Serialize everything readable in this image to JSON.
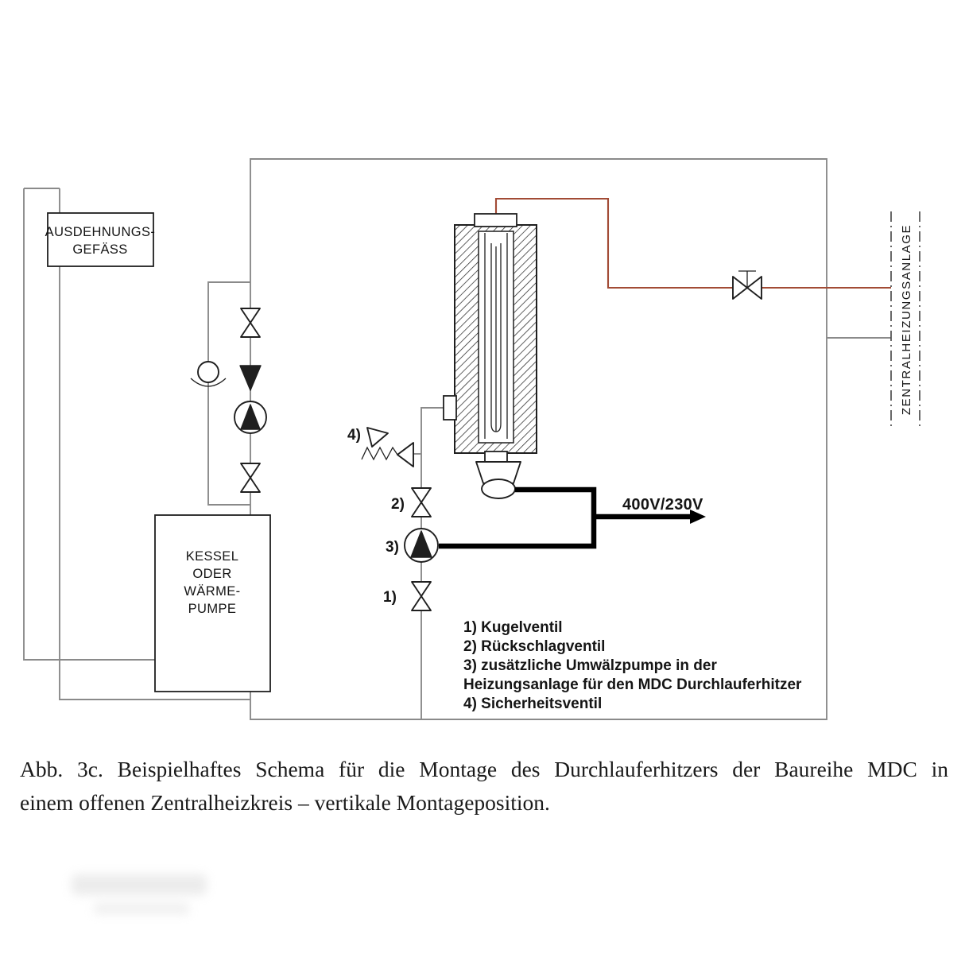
{
  "colors": {
    "pipe": "#8a8a8a",
    "hot": "#a24b35",
    "ink": "#1f1f1f",
    "cable": "#000000"
  },
  "labels": {
    "expansion_vessel": {
      "line1": "AUSDEHNUNGS-",
      "line2": "GEFÄSS"
    },
    "boiler": {
      "line1": "KESSEL",
      "line2": "ODER",
      "line3": "WÄRME-",
      "line4": "PUMPE"
    },
    "central_heating": "ZENTRALHEIZUNGSANLAGE",
    "power": "400V/230V",
    "callout_1": "1)",
    "callout_2": "2)",
    "callout_3": "3)",
    "callout_4": "4)"
  },
  "legend": {
    "line1": "1) Kugelventil",
    "line2": "2) Rückschlagventil",
    "line3": "3) zusätzliche Umwälzpumpe in der",
    "line4": "Heizungsanlage für den MDC Durchlauferhitzer",
    "line5": "4) Sicherheitsventil"
  },
  "caption": {
    "line1": "Abb. 3c. Beispielhaftes Schema für die Montage des Durchlauferhitzers der Baureihe MDC in",
    "line2": "einem offenen Zentralheizkreis – vertikale Montageposition."
  }
}
